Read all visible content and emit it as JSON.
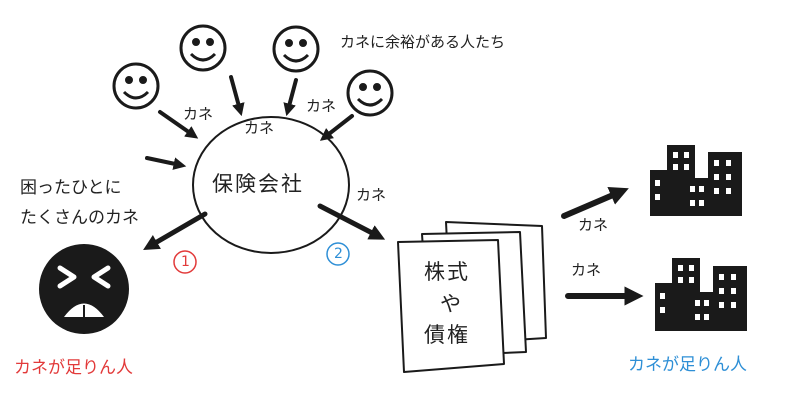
{
  "colors": {
    "ink": "#1a1a1a",
    "red": "#e23a3a",
    "blue": "#2e8fd6"
  },
  "labels": {
    "rich_people": "カネに余裕がある人たち",
    "insurer": "保険会社",
    "kane": "カネ",
    "troubled_line1": "困ったひとに",
    "troubled_line2": "たくさんのカネ",
    "num1": "1",
    "num2": "2",
    "stocks": "株式",
    "ya": "や",
    "bonds": "債権",
    "short_red": "カネが足りん人",
    "short_blue": "カネが足りん人"
  }
}
